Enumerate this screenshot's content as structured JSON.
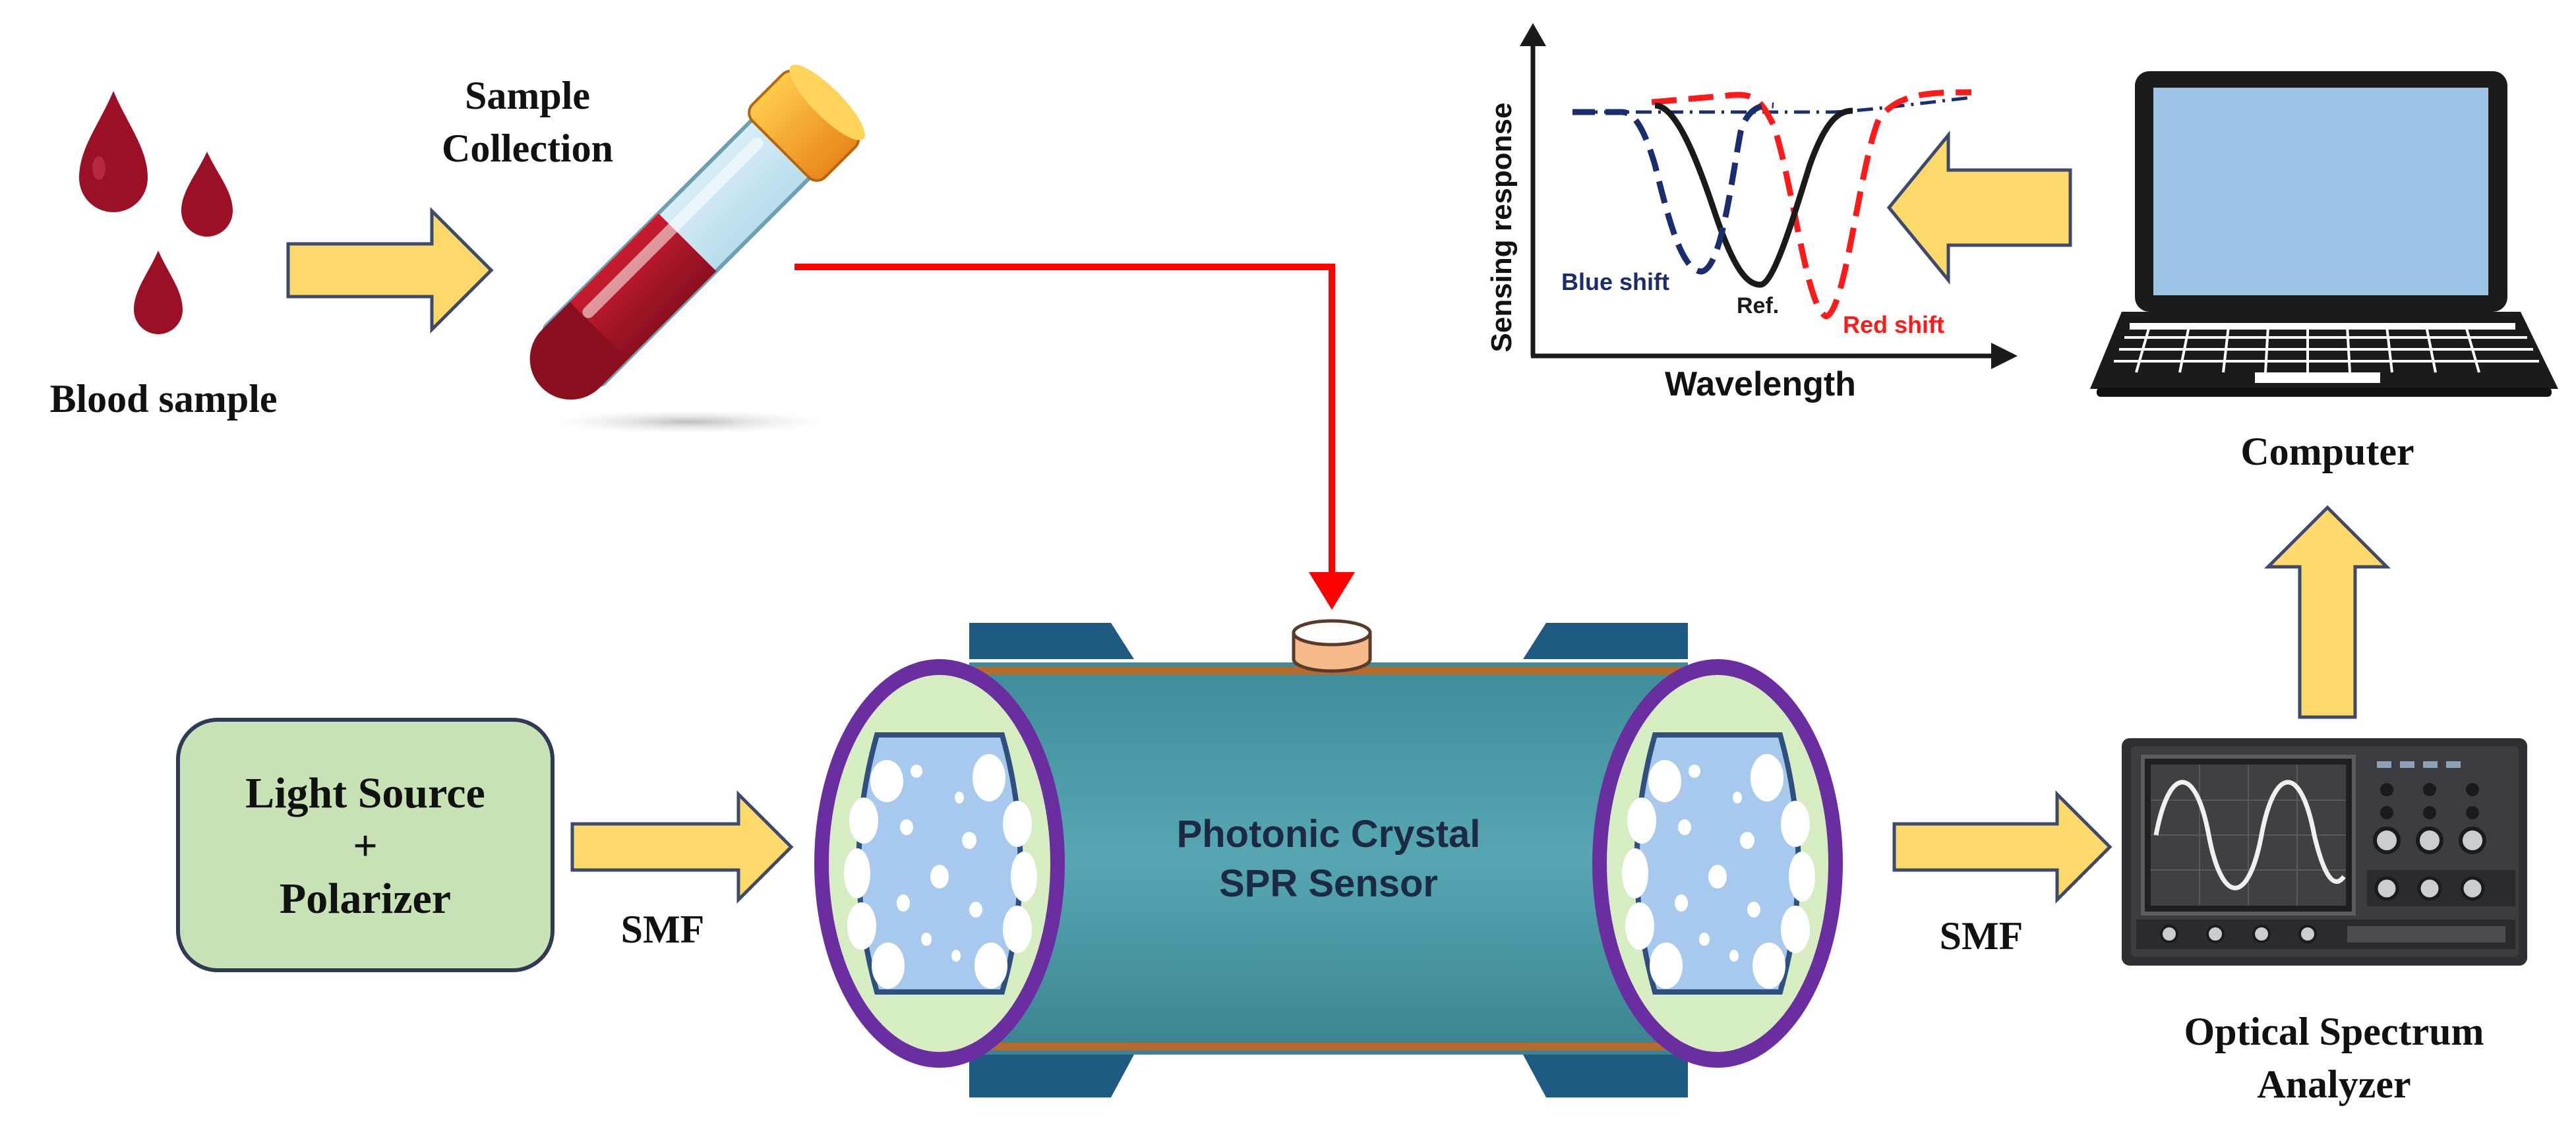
{
  "labels": {
    "blood_sample": "Blood sample",
    "sample_collection_line1": "Sample",
    "sample_collection_line2": "Collection",
    "light_source_line1": "Light Source",
    "light_source_line2": "+",
    "light_source_line3": "Polarizer",
    "smf_left": "SMF",
    "smf_right": "SMF",
    "sensor_line1": "Photonic Crystal",
    "sensor_line2": "SPR Sensor",
    "osa_line1": "Optical Spectrum",
    "osa_line2": "Analyzer",
    "computer": "Computer"
  },
  "inset_plot": {
    "ylabel": "Sensing response",
    "xlabel": "Wavelength",
    "annotations": [
      "Blue shift",
      "Ref.",
      "Red shift"
    ]
  },
  "colors": {
    "blood": "#9b1025",
    "arrow_fill": "#fbd96a",
    "arrow_stroke": "#3d4a6b",
    "flow_line": "#ff0000",
    "light_box": "#c7e3b5",
    "cylinder": "#4d9ca8",
    "cylinder_dark": "#2f6f7a",
    "ring": "#6a2ea1",
    "cladding": "#d6ecc1",
    "core": "#a8c9ee",
    "blue_shift": "#1a2e6e",
    "ref": "#1a1a1a",
    "red_shift": "#ff1a1a",
    "laptop_screen": "#9dc3e6"
  }
}
